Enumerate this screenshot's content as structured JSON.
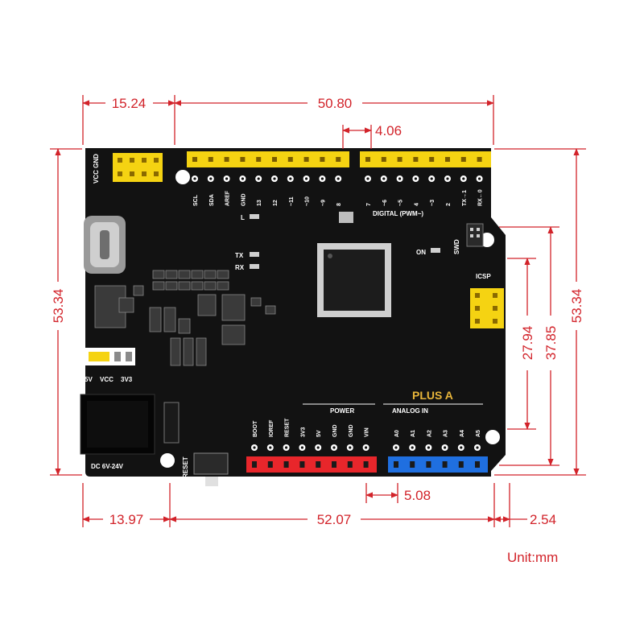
{
  "board": {
    "name": "PLUS A",
    "colors": {
      "pcb": "#121212",
      "header_yellow": "#f5d312",
      "header_red": "#e8262b",
      "header_blue": "#1f6fe0",
      "dimension_red": "#d2232a",
      "silk": "#ffffff"
    },
    "labels": {
      "vcc_gnd": "VCC GND",
      "digital": "DIGITAL (PWM~)",
      "power": "POWER",
      "analog_in": "ANALOG  IN",
      "icsp": "ICSP",
      "swd": "SWD",
      "on": "ON",
      "led_l": "L",
      "tx": "TX",
      "rx": "RX",
      "reset": "RESET",
      "dc_in": "DC 6V-24V",
      "jumper_5v": "5V",
      "jumper_vcc": "VCC",
      "jumper_3v3": "3V3"
    },
    "digital_left_pins": [
      "SCL",
      "SDA",
      "AREF",
      "GND",
      "13",
      "12",
      "~11",
      "~10",
      "~9",
      "8"
    ],
    "digital_right_pins": [
      "7",
      "~6",
      "~5",
      "4",
      "~3",
      "2",
      "TX→1",
      "RX←0"
    ],
    "power_pins": [
      "BOOT",
      "IOREF",
      "RESET",
      "3V3",
      "5V",
      "GND",
      "GND",
      "VIN"
    ],
    "analog_pins": [
      "A0",
      "A1",
      "A2",
      "A3",
      "A4",
      "A5"
    ]
  },
  "dimensions": {
    "top_left": "15.24",
    "top_main": "50.80",
    "top_pitch": "4.06",
    "left_height": "53.34",
    "right_height": "53.34",
    "right_mid": "37.85",
    "right_inner": "27.94",
    "bottom_left": "13.97",
    "bottom_main": "52.07",
    "bottom_pitch": "5.08",
    "bottom_right": "2.54",
    "unit": "Unit:mm"
  }
}
